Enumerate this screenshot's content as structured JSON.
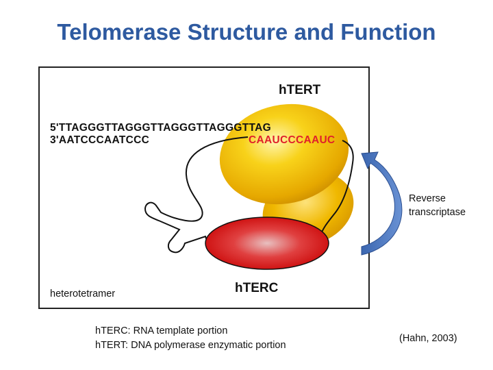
{
  "title": "Telomerase Structure and Function",
  "diagram": {
    "protein_label": "hTERT",
    "rna_label": "hTERC",
    "dna_top": "5'TTAGGGTTAGGGTTAGGGTTAGGGTTAG",
    "dna_bottom": "3'AATCCCAATCCC",
    "rna_template": "CAAUCCCAAUC",
    "complex_label": "heterotetramer"
  },
  "side_label": {
    "line1": "Reverse",
    "line2": "transcriptase"
  },
  "notes": {
    "line1": "hTERC: RNA template portion",
    "line2": "hTERT: DNA polymerase enzymatic portion"
  },
  "citation": "(Hahn, 2003)",
  "colors": {
    "title": "#2e5aa0",
    "arrow": "#4a78c0",
    "hTERT": "#f2c200",
    "hTERC": "#d81818",
    "rna_text": "#e0202a"
  }
}
